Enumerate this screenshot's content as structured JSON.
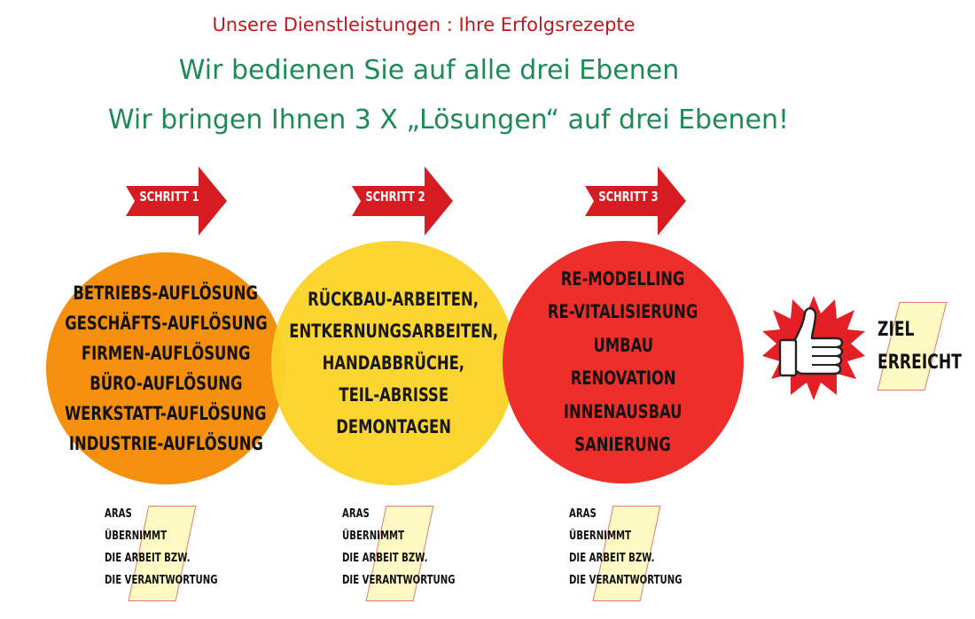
{
  "header": {
    "subtitle": "Unsere Dienstleistungen : Ihre Erfolgsrezepte",
    "line1": "Wir bedienen Sie auf alle drei Ebenen",
    "line2": "Wir bringen Ihnen 3 X „Lösungen“ auf drei Ebenen!"
  },
  "colors": {
    "subtitle": "#c0161c",
    "headline": "#1e8a55",
    "step_arrow": "#d61c23",
    "circle1": "#f4900e",
    "circle2": "#fcd42a",
    "circle3": "#ee2e2a",
    "note_box": "#fff9c4"
  },
  "steps": [
    {
      "label": "SCHRITT 1",
      "items": [
        "BETRIEBS-AUFLÖSUNG",
        "GESCHÄFTS-AUFLÖSUNG",
        "FIRMEN-AUFLÖSUNG",
        "BÜRO-AUFLÖSUNG",
        "WERKSTATT-AUFLÖSUNG",
        "INDUSTRIE-AUFLÖSUNG"
      ],
      "note": [
        "ARAS",
        "ÜBERNIMMT",
        "DIE ARBEIT BZW.",
        "DIE VERANTWORTUNG"
      ]
    },
    {
      "label": "SCHRITT 2",
      "items": [
        "RÜCKBAU-ARBEITEN,",
        "ENTKERNUNGSARBEITEN,",
        "HANDABBRÜCHE,",
        "TEIL-ABRISSE",
        "DEMONTAGEN"
      ],
      "note": [
        "ARAS",
        "ÜBERNIMMT",
        "DIE ARBEIT BZW.",
        "DIE VERANTWORTUNG"
      ]
    },
    {
      "label": "SCHRITT 3",
      "items": [
        "RE-MODELLING",
        "RE-VITALISIERUNG",
        "UMBAU",
        "RENOVATION",
        "INNENAUSBAU",
        "SANIERUNG"
      ],
      "note": [
        "ARAS",
        "ÜBERNIMMT",
        "DIE ARBEIT BZW.",
        "DIE VERANTWORTUNG"
      ]
    }
  ],
  "goal": {
    "icon": "thumbs-up-starburst-icon",
    "lines": [
      "ZIEL",
      "ERREICHT"
    ]
  }
}
